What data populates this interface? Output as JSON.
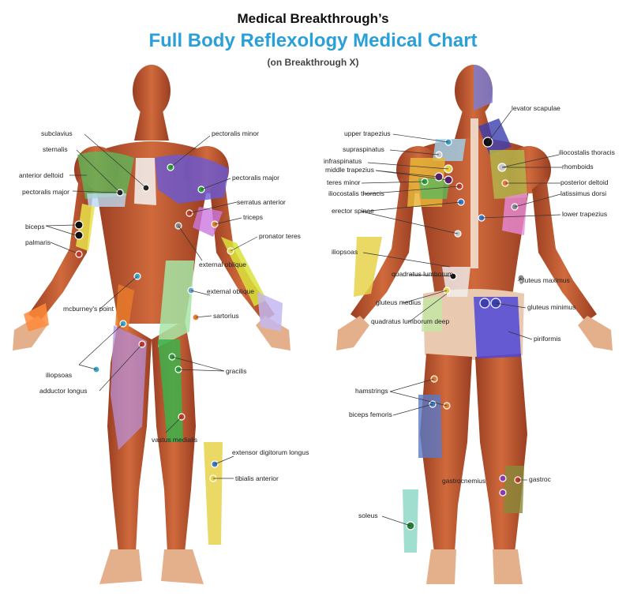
{
  "header": {
    "supertitle": "Medical Breakthrough’s",
    "title": "Full Body Reflexology Medical Chart",
    "subtitle": "(on Breakthrough X)"
  },
  "colors": {
    "title": "#2aa0d8",
    "muscle": "#c8623a",
    "muscle_dark": "#8e3a22",
    "skin": "#d9a27c"
  },
  "front_labels": {
    "subclavius": "subclavius",
    "sternalis": "sternalis",
    "anterior_deltoid": "anterior deltoid",
    "pectoralis_major_left": "pectoralis major",
    "biceps": "biceps",
    "palmaris": "palmaris",
    "mcburneys_point": "mcburney's point",
    "iliopsoas": "iliopsoas",
    "adductor_longus": "adductor longus",
    "pectoralis_minor": "pectoralis minor",
    "pectoralis_major_right": "pectoralis major",
    "serratus_anterior": "serratus anterior",
    "triceps": "triceps",
    "pronator_teres": "pronator teres",
    "external_oblique_1": "external oblique",
    "external_oblique_2": "external oblique",
    "sartorius": "sartorius",
    "gracilis": "gracilis",
    "vastus_medialis": "vastus medialis",
    "extensor_digitorum_longus": "extensor digitorum longus",
    "tibialis_anterior": "tibialis anterior"
  },
  "back_labels": {
    "upper_trapezius": "upper trapezius",
    "supraspinatus": "supraspinatus",
    "infraspinatus": "infraspinatus",
    "middle_trapezius": "middle trapezius",
    "teres_minor": "teres minor",
    "iliocostalis_thoracis_left": "iliocostalis thoracis",
    "erector_spinae": "erector spinae",
    "iliopsoas": "iliopsoas",
    "quadratus_lumborum": "quadratus lumborum",
    "gluteus_medius": "gluteus medius",
    "quadratus_lumborum_deep": "quadratus lumborum deep",
    "hamstrings": "hamstrings",
    "biceps_femoris": "biceps femoris",
    "soleus": "soleus",
    "levator_scapulae": "levator scapulae",
    "iliocostalis_thoracis_right": "iliocostalis thoracis",
    "rhomboids": "rhomboids",
    "posterior_deltoid": "posterior deltoid",
    "latissimus_dorsi": "latissimus dorsi",
    "lower_trapezius": "lower trapezius",
    "gluteus_maximus": "gluteus maximus",
    "gluteus_minimus": "gluteus minimus",
    "piriformis": "piriformis",
    "gastrocnemius": "gastrocnemius",
    "gastroc": "gastroc"
  }
}
